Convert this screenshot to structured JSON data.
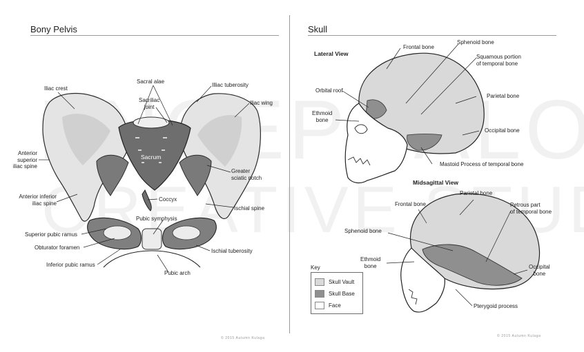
{
  "panels": {
    "left_title": "Bony Pelvis",
    "right_title": "Skull"
  },
  "watermark": {
    "line1": "ENCEPHALO",
    "line2": "CREATIVE STUDIOS"
  },
  "pelvis_labels": {
    "sacral_alae": "Sacral alae",
    "iliac_tuberosity": "Illiac tuberosity",
    "iliac_crest": "Iliac crest",
    "sacroiliac_joint": "Sacriliac\njoint",
    "iliac_wing": "Iliac wing",
    "asis": "Anterior\nsuperior\niliac spine",
    "sacrum": "Sacrum",
    "greater_sciatic_notch": "Greater\nsciatic notch",
    "aiis": "Anterior inferior\niliac spine",
    "coccyx": "Coccyx",
    "ischial_spine": "Ischial spine",
    "pubic_symphysis": "Pubic symphysis",
    "superior_pubic_ramus": "Superior pubic ramus",
    "obturator_foramen": "Obturator foramen",
    "ischial_tuberosity": "Ischial tuberosity",
    "inferior_pubic_ramus": "Inferior pubic ramus",
    "pubic_arch": "Pubic arch"
  },
  "skull_labels": {
    "lateral_view": "Lateral View",
    "frontal_bone": "Frontal bone",
    "sphenoid_bone": "Sphenoid bone",
    "squamous": "Squamous portion\nof temporal bone",
    "orbital_roof": "Orbital roof",
    "parietal_bone": "Parietal bone",
    "ethmoid_bone": "Ethmoid\nbone",
    "occipital_bone": "Occipital bone",
    "mastoid": "Mastoid Process of temporal bone",
    "midsagittal_view": "Midsagittal View",
    "ms_parietal_bone": "Parietal bone",
    "ms_frontal_bone": "Frontal bone",
    "petrous": "Petrous part\nof temporal bone",
    "ms_sphenoid_bone": "Sphenoid bone",
    "ms_ethmoid_bone": "Ethmoid\nbone",
    "ms_occipital_bone": "Occipital\nbone",
    "pterygoid": "Pterygoid process"
  },
  "key": {
    "title": "Key",
    "items": [
      {
        "label": "Skull Vault",
        "color": "#d9d9d9"
      },
      {
        "label": "Skull Base",
        "color": "#8f8f8f"
      },
      {
        "label": "Face",
        "color": "#ffffff"
      }
    ]
  },
  "copyright": {
    "left": "© 2015 Autumn Kulaga",
    "right": "© 2015 Autumn Kulaga"
  }
}
